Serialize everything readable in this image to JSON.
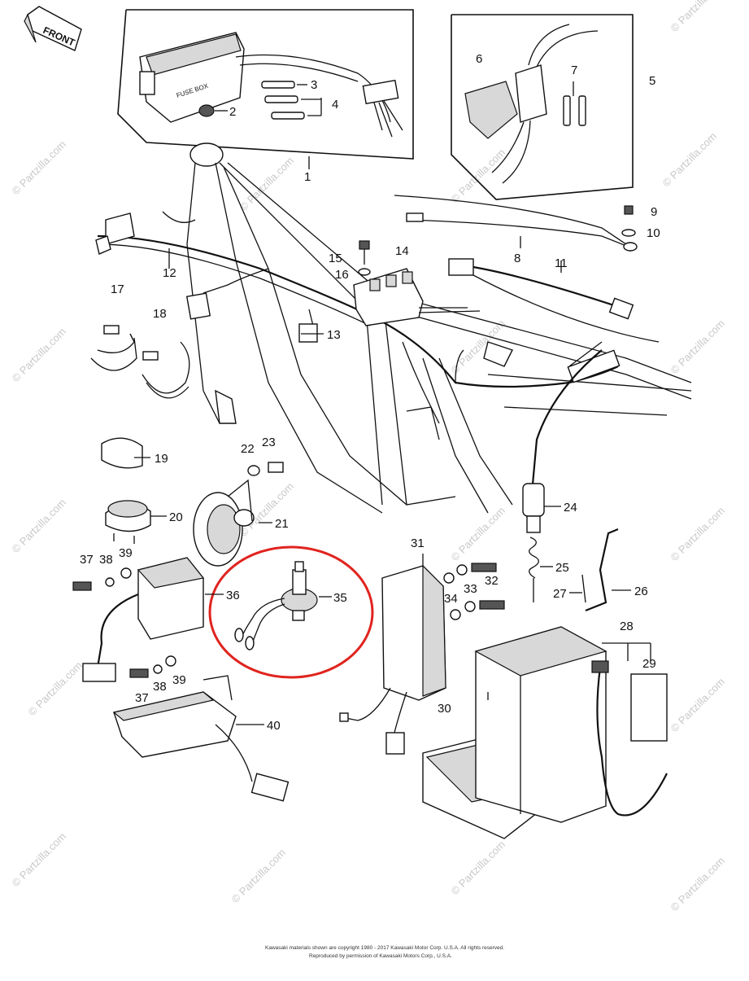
{
  "diagram": {
    "front_label": "FRONT",
    "callouts": {
      "c1": "1",
      "c2": "2",
      "c3": "3",
      "c4": "4",
      "c5": "5",
      "c6": "6",
      "c7": "7",
      "c8": "8",
      "c9": "9",
      "c10": "10",
      "c11": "11",
      "c12": "12",
      "c13": "13",
      "c14": "14",
      "c15": "15",
      "c16": "16",
      "c17": "17",
      "c18": "18",
      "c19": "19",
      "c20": "20",
      "c21": "21",
      "c22": "22",
      "c23": "23",
      "c24": "24",
      "c25": "25",
      "c26": "26",
      "c27": "27",
      "c28": "28",
      "c29": "29",
      "c30": "30",
      "c31": "31",
      "c32": "32",
      "c33": "33",
      "c34": "34",
      "c35": "35",
      "c36": "36",
      "c37a": "37",
      "c38a": "38",
      "c39a": "39",
      "c37b": "37",
      "c38b": "38",
      "c39b": "39",
      "c40": "40"
    },
    "fuse_box_text": "FUSE BOX",
    "highlight": {
      "target": "35",
      "color": "#e0241f"
    },
    "watermark": "© Partzilla.com",
    "footer_line1": "Kawasaki materials shown are copyright 1980 - 2017 Kawasaki Motor Corp. U.S.A. All rights reserved.",
    "footer_line2": "Reproduced by permission of Kawasaki Motors Corp., U.S.A."
  }
}
